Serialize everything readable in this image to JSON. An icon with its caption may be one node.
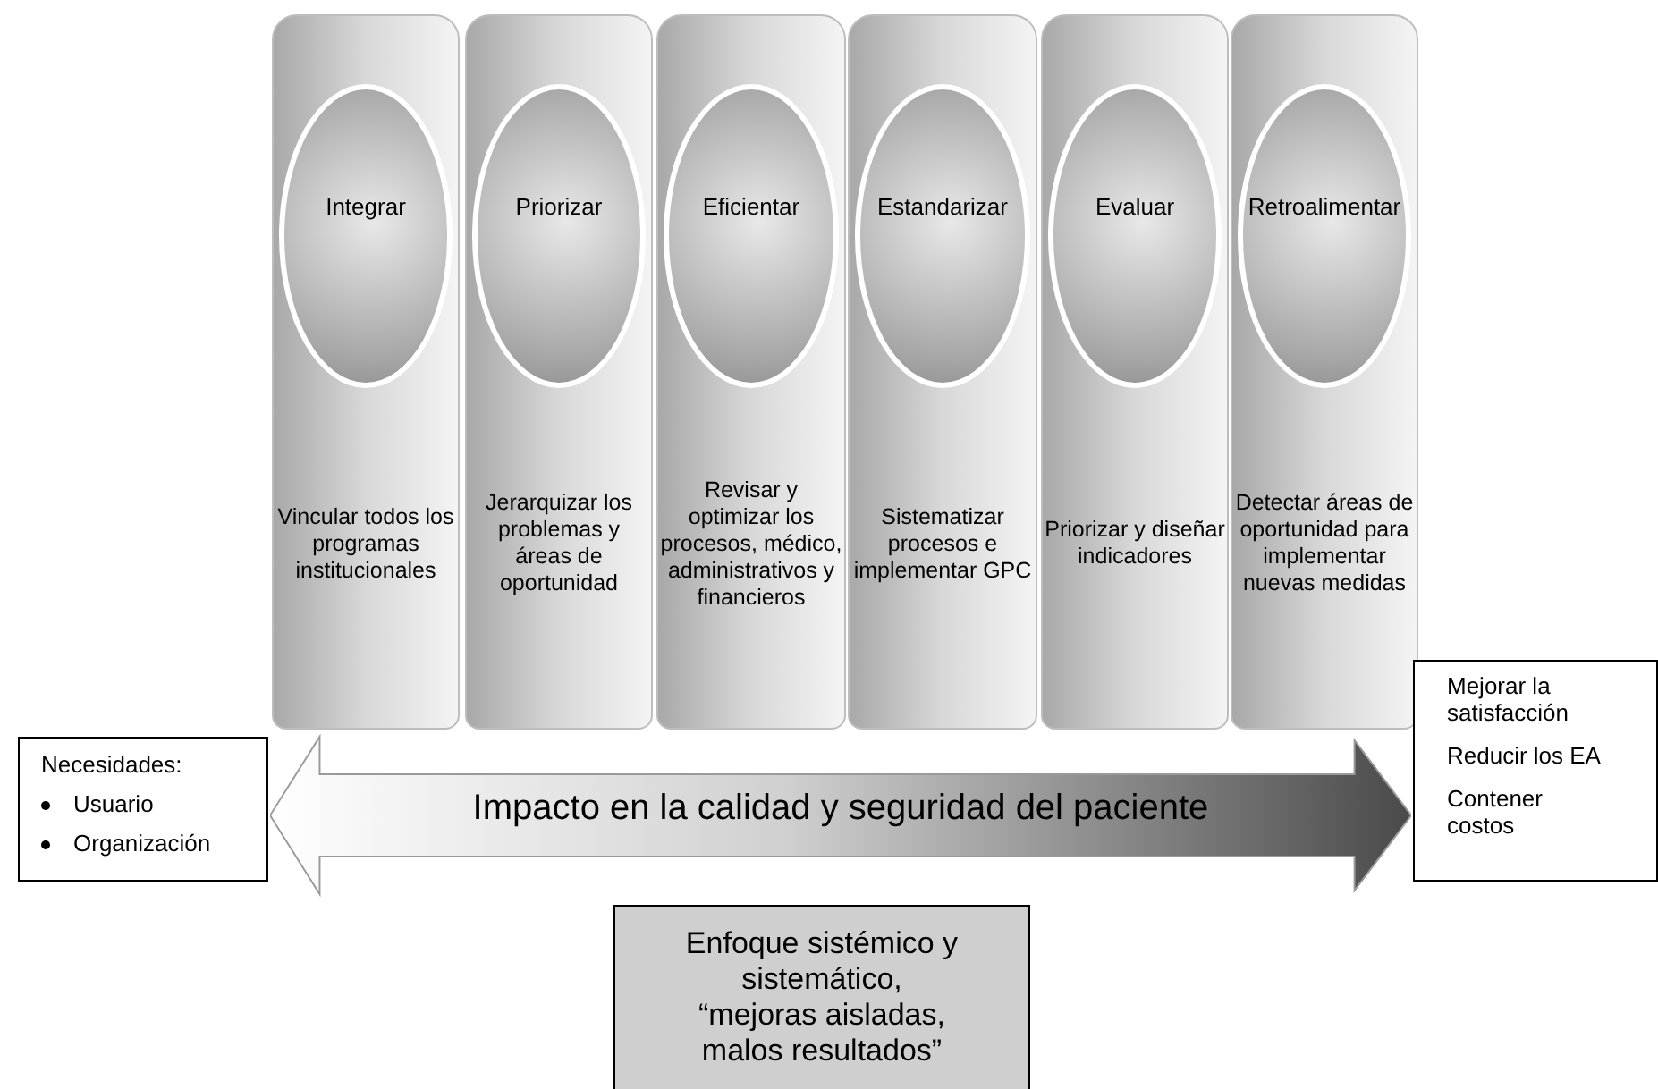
{
  "diagram": {
    "nodes": [
      {
        "text": [
          "Vincular todos los programas institucionales"
        ]
      },
      {
        "text": [
          "Integrar"
        ],
        "in": 0
      },
      {
        "text": [
          "Jerarquizar los problemas y áreas de oportunidad"
        ]
      },
      {
        "text": [
          "Priorizar"
        ],
        "in": 2
      },
      {
        "text": [
          "Revisar y optimizar los procesos, médico, administrativos y financieros"
        ]
      },
      {
        "text": [
          "Eficientar"
        ],
        "in": 4
      },
      {
        "text": [
          "Sistematizar procesos e implementar GPC"
        ]
      },
      {
        "text": [
          "Estandarizar"
        ],
        "in": 6
      },
      {
        "text": [
          "Priorizar y diseñar indicadores"
        ]
      },
      {
        "text": [
          "Evaluar"
        ],
        "in": 8
      },
      {
        "text": [
          "Detectar áreas de oportunidad para implementar nuevas medidas"
        ]
      },
      {
        "text": [
          "Retroalimentar"
        ],
        "in": 10
      },
      {
        "text": [
          "Necesidades:",
          "Usuario",
          "Organización"
        ]
      },
      {
        "text": [
          "Impacto en la calidad y seguridad del paciente"
        ]
      },
      {
        "text": [
          "Mejorar la satisfacción",
          "Reducir los EA",
          "Contener costos"
        ]
      },
      {
        "text": [
          "Enfoque sistémico y sistemático, “mejoras aisladas, malos resultados”"
        ]
      }
    ],
    "edges": []
  }
}
